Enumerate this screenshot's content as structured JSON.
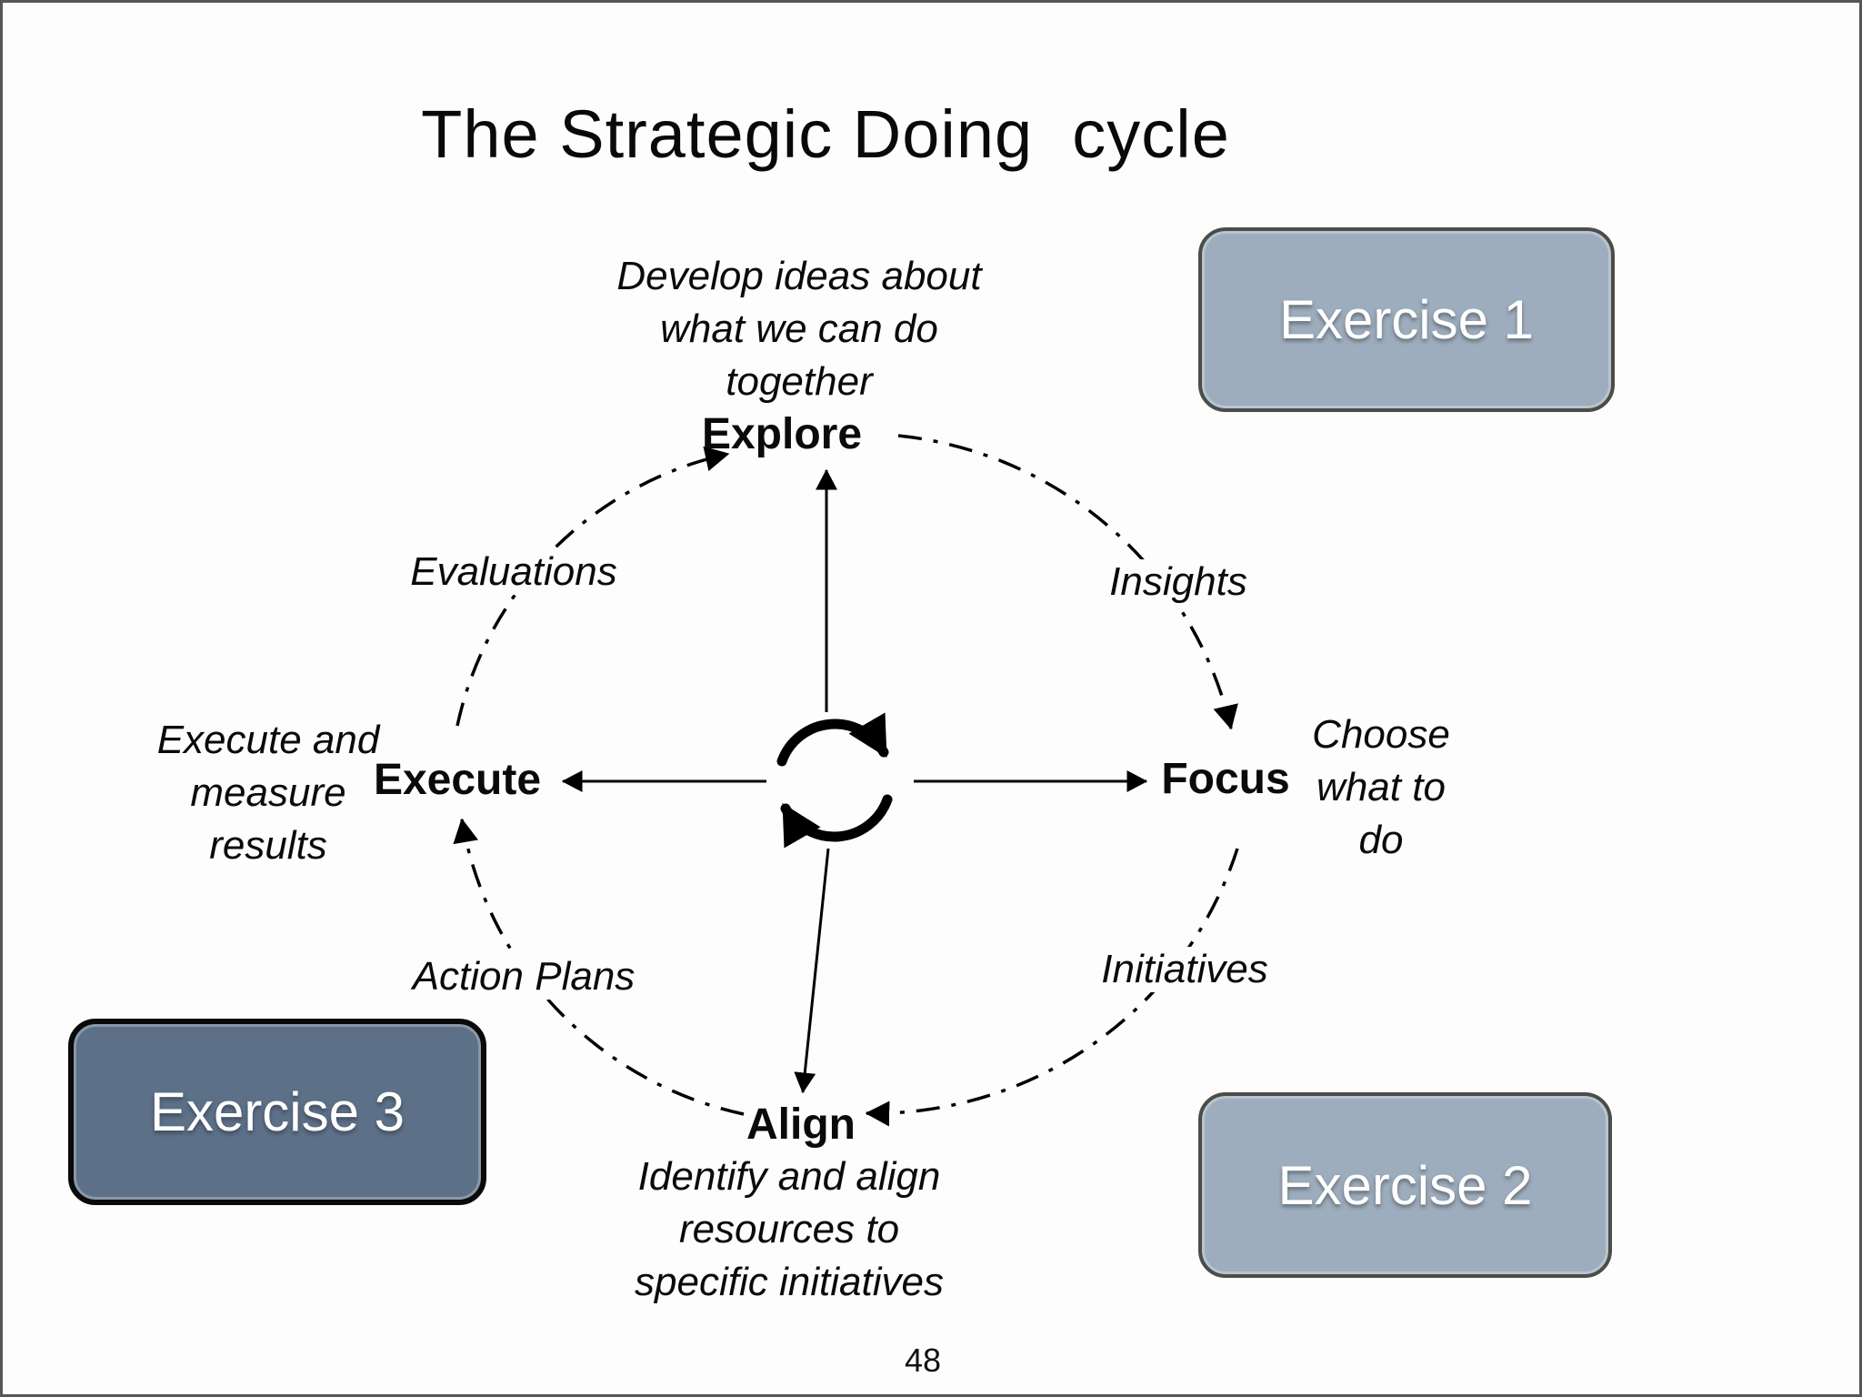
{
  "slide": {
    "title": "The Strategic Doing  cycle",
    "page_number": "48"
  },
  "cycle": {
    "center_icon": "cycle-arrows-icon",
    "nodes": [
      {
        "label": "Explore",
        "annotation": "Develop ideas about\nwhat we can do\ntogether"
      },
      {
        "label": "Focus",
        "annotation": "Choose\nwhat to\ndo"
      },
      {
        "label": "Align",
        "annotation": "Identify and align\nresources to\nspecific initiatives"
      },
      {
        "label": "Execute",
        "annotation": "Execute and\nmeasure\nresults"
      }
    ],
    "transitions": [
      {
        "from": "Explore",
        "to": "Focus",
        "label": "Insights"
      },
      {
        "from": "Focus",
        "to": "Align",
        "label": "Initiatives"
      },
      {
        "from": "Align",
        "to": "Execute",
        "label": "Action Plans"
      },
      {
        "from": "Execute",
        "to": "Explore",
        "label": "Evaluations"
      }
    ]
  },
  "exercises": [
    {
      "label": "Exercise 1",
      "fill": "#9dadbd",
      "border": "#4c4c48",
      "text": "#ffffff"
    },
    {
      "label": "Exercise 2",
      "fill": "#9dadbd",
      "border": "#4c4c48",
      "text": "#ffffff"
    },
    {
      "label": "Exercise 3",
      "fill": "#5c7088",
      "border": "#0a0a0a",
      "text": "#ffffff"
    }
  ],
  "colors": {
    "background": "#fdfdfd",
    "slide_border": "#55555a",
    "line": "#000000",
    "text": "#0a0a0a"
  }
}
